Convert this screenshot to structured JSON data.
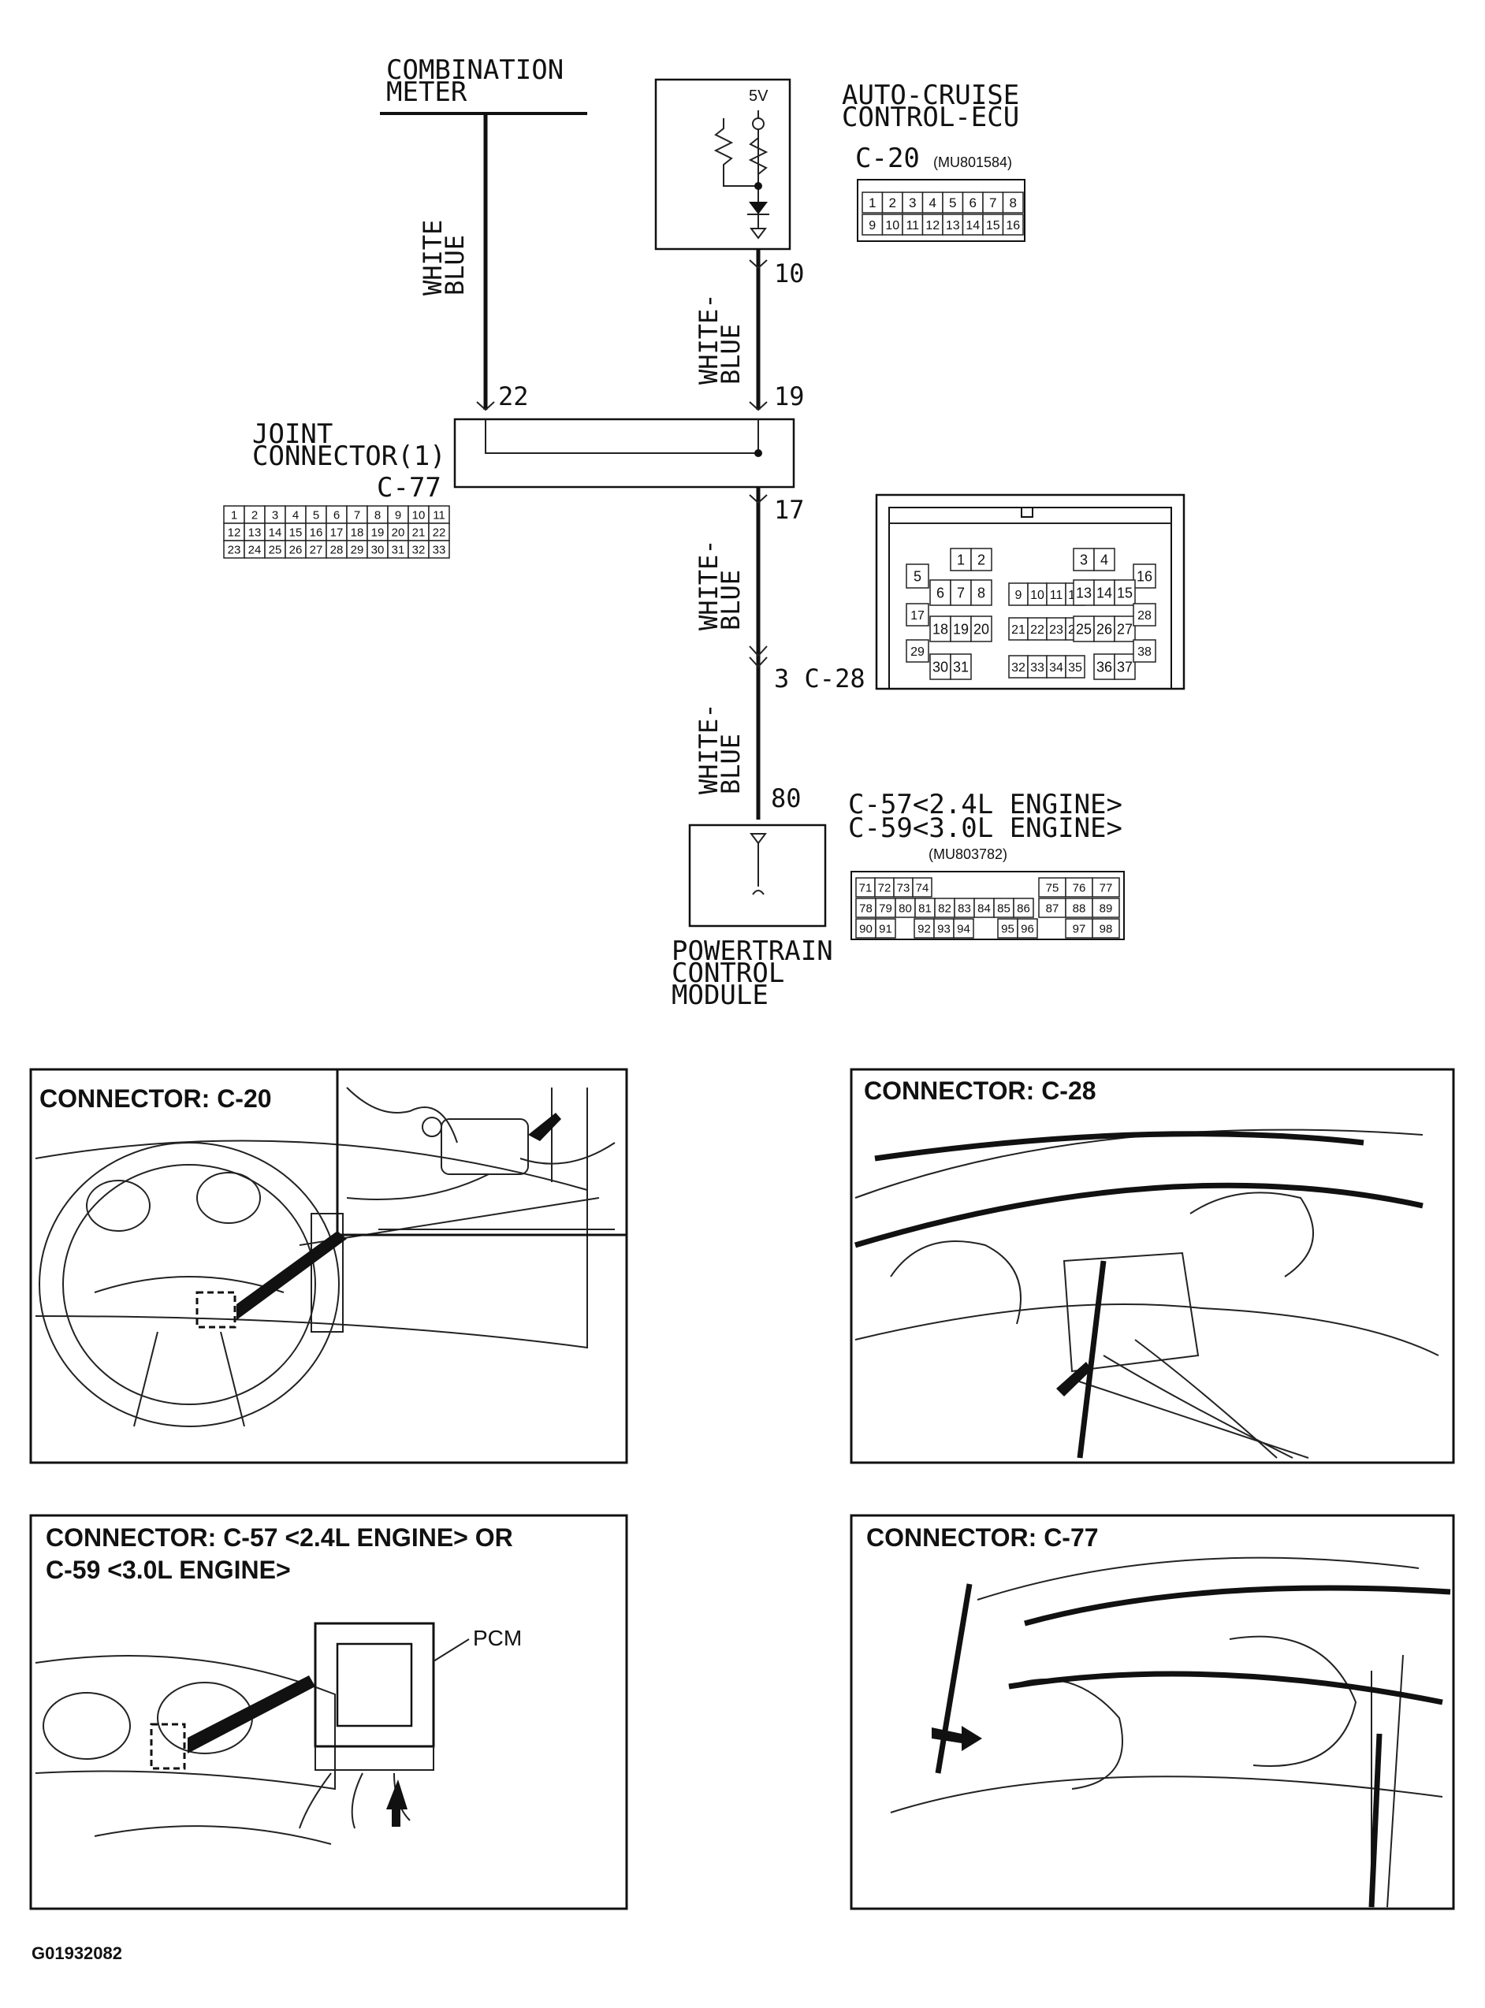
{
  "wiring": {
    "combination_meter": [
      "COMBINATION",
      "METER"
    ],
    "wire_white_blue": [
      "WHITE",
      "BLUE"
    ],
    "wire_white_blue_dash": [
      "WHITE-",
      "BLUE"
    ],
    "ecu_label": [
      "AUTO-CRUISE",
      "CONTROL-ECU"
    ],
    "ecu_voltage": "5V",
    "ecu_connector": "C-20",
    "ecu_part": "(MU801584)",
    "ecu_pins_row1": [
      "1",
      "2",
      "3",
      "4",
      "5",
      "6",
      "7",
      "8"
    ],
    "ecu_pins_row2": [
      "9",
      "10",
      "11",
      "12",
      "13",
      "14",
      "15",
      "16"
    ],
    "pin_10": "10",
    "pin_19": "19",
    "pin_22": "22",
    "pin_17": "17",
    "pin_3_c28": "3 C-28",
    "pin_80": "80",
    "joint_label": [
      "JOINT",
      "CONNECTOR(1)"
    ],
    "joint_connector": "C-77",
    "joint_pins_row1": [
      "1",
      "2",
      "3",
      "4",
      "5",
      "6",
      "7",
      "8",
      "9",
      "10",
      "11"
    ],
    "joint_pins_row2": [
      "12",
      "13",
      "14",
      "15",
      "16",
      "17",
      "18",
      "19",
      "20",
      "21",
      "22"
    ],
    "joint_pins_row3": [
      "23",
      "24",
      "25",
      "26",
      "27",
      "28",
      "29",
      "30",
      "31",
      "32",
      "33"
    ],
    "c28_pins": {
      "r1": [
        "1",
        "2",
        "3",
        "4"
      ],
      "r2": [
        "5",
        "16"
      ],
      "r3": [
        "6",
        "7",
        "8",
        "9",
        "10",
        "11",
        "12",
        "13",
        "14",
        "15"
      ],
      "r4": [
        "17",
        "18",
        "19",
        "20",
        "21",
        "22",
        "23",
        "24",
        "25",
        "26",
        "27",
        "28"
      ],
      "r5": [
        "29",
        "30",
        "31",
        "32",
        "33",
        "34",
        "35",
        "36",
        "37",
        "38"
      ]
    },
    "pcm_connector_1": "C-57<2.4L ENGINE>",
    "pcm_connector_2": "C-59<3.0L ENGINE>",
    "pcm_part": "(MU803782)",
    "pcm_pins_row1": [
      "71",
      "72",
      "73",
      "74",
      "75",
      "76",
      "77"
    ],
    "pcm_pins_row2": [
      "78",
      "79",
      "80",
      "81",
      "82",
      "83",
      "84",
      "85",
      "86",
      "87",
      "88",
      "89"
    ],
    "pcm_pins_row3": [
      "90",
      "91",
      "92",
      "93",
      "94",
      "95",
      "96",
      "97",
      "98"
    ],
    "pcm_label": [
      "POWERTRAIN",
      "CONTROL",
      "MODULE"
    ]
  },
  "panels": {
    "c20": "CONNECTOR: C-20",
    "c28": "CONNECTOR: C-28",
    "c57_line1": "CONNECTOR: C-57 <2.4L ENGINE> OR",
    "c57_line2": "C-59 <3.0L ENGINE>",
    "pcm_callout": "PCM",
    "c77": "CONNECTOR: C-77"
  },
  "figure_id": "G01932082"
}
